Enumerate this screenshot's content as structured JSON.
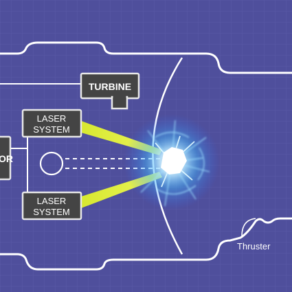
{
  "components": {
    "turbine": "TURBINE",
    "laser_top_line1": "LASER",
    "laser_top_line2": "SYSTEM",
    "laser_bottom_line1": "LASER",
    "laser_bottom_line2": "SYSTEM",
    "reactor_partial": "OR"
  },
  "annotations": {
    "thruster": "Thruster"
  },
  "colors": {
    "background": "#4f4f9c",
    "grid": "#5a5aa6",
    "outline": "#ffffff",
    "box_fill": "#444444",
    "box_stroke": "#e8e8e8",
    "laser_beam": "#d7e830",
    "flash": "#7fd4ff"
  }
}
